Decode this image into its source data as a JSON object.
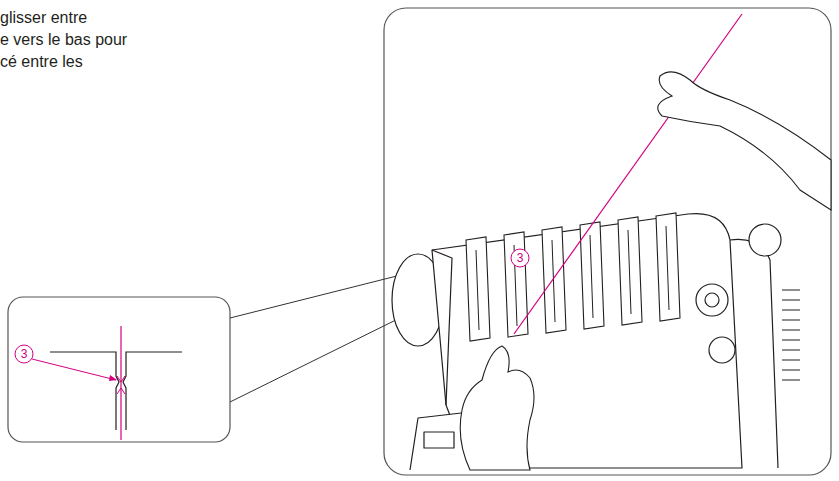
{
  "diagram": {
    "labels": [
      "glisser entre",
      "e vers le bas pour",
      "cé entre les",
      "3",
      "3"
    ]
  }
}
